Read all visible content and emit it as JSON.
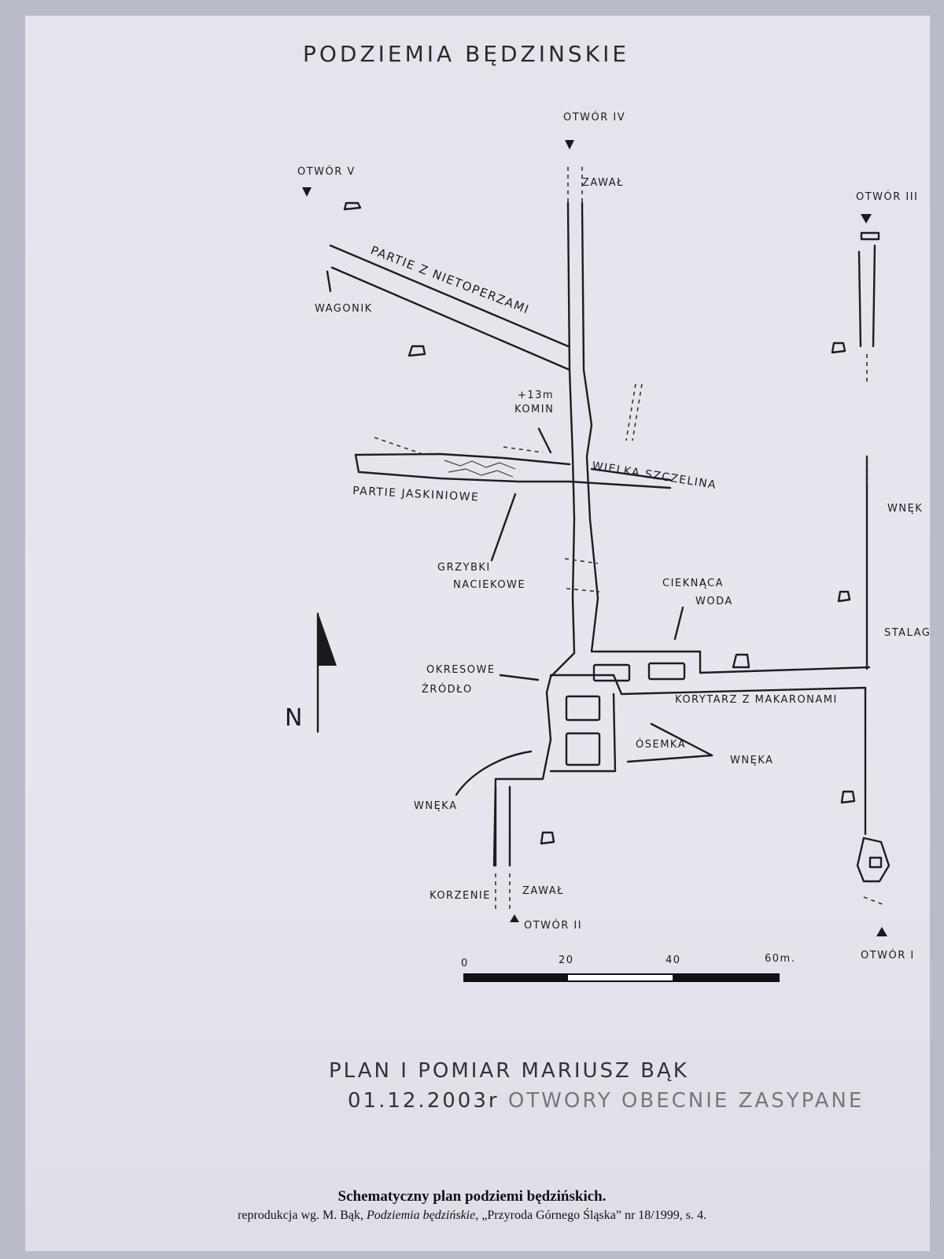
{
  "map": {
    "title": "PODZIEMIA BĘDZINSKIE",
    "north_label": "N",
    "labels": {
      "otwor_iv": "OTWÓR IV",
      "otwor_v": "OTWÓR V",
      "otwor_iii": "OTWÓR III",
      "otwor_ii": "OTWÓR II",
      "otwor_i": "OTWÓR I",
      "zawal_top": "ZAWAŁ",
      "zawal_bottom": "ZAWAŁ",
      "wagonik": "WAGONIK",
      "partie_nietoperze": "PARTIE Z NIETOPERZAMI",
      "komin_height": "+13m",
      "komin": "KOMIN",
      "wielka_szczelina": "WIELKA SZCZELINA",
      "partie_jaskiniowe": "PARTIE JASKINIOWE",
      "grzybki_1": "GRZYBKI",
      "grzybki_2": "NACIEKOWE",
      "cieknaca_1": "CIEKNĄCA",
      "cieknaca_2": "WODA",
      "okresowe_1": "OKRESOWE",
      "okresowe_2": "ŹRÓDŁO",
      "korytarz": "KORYTARZ Z MAKARONAMI",
      "osemka": "ÓSEMKA",
      "wneka_right": "WNĘKA",
      "wneka_left": "WNĘKA",
      "wneka_far": "WNĘK",
      "stalag": "STALAG",
      "korzenie": "KORZENIE"
    },
    "scale": {
      "ticks": [
        "0",
        "20",
        "40",
        "60m."
      ]
    },
    "author_line": "PLAN I POMIAR MARIUSZ BĄK",
    "date_line": "01.12.2003r",
    "date_note": "OTWORY OBECNIE ZASYPANE"
  },
  "caption": {
    "title": "Schematyczny plan podziemi będzińskich.",
    "credit_prefix": "reprodukcja wg. M. Bąk, ",
    "credit_work": "Podziemia będzińskie",
    "credit_suffix": ", „Przyroda Górnego Śląska” nr 18/1999, s. 4."
  }
}
